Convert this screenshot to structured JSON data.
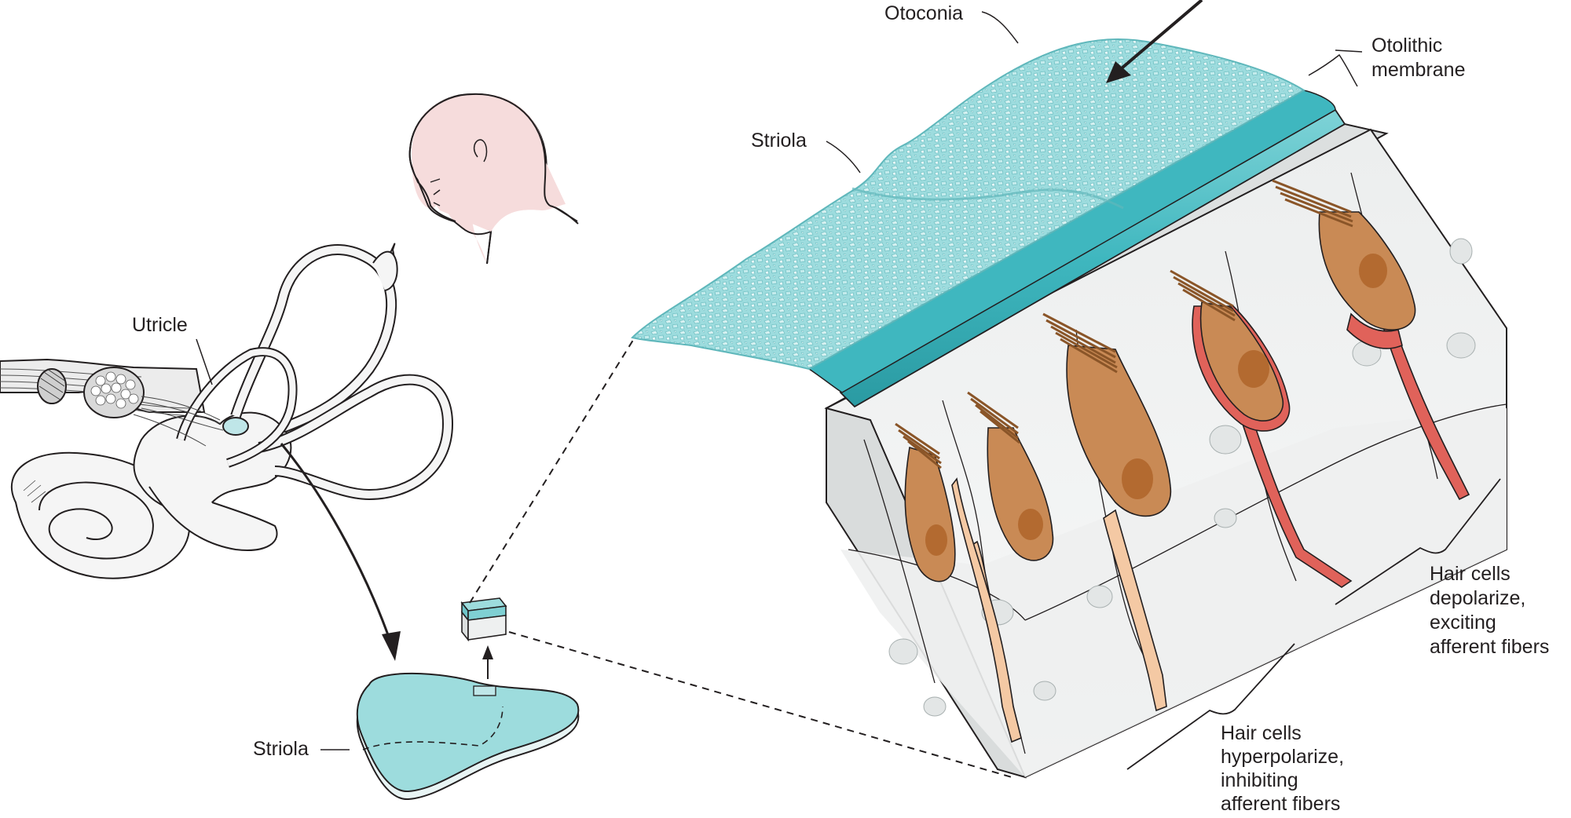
{
  "labels": {
    "otoconia": "Otoconia",
    "otolithic_membrane": [
      "Otolithic",
      "membrane"
    ],
    "striola_top": "Striola",
    "utricle": "Utricle",
    "striola_bottom": "Striola",
    "depolarize": [
      "Hair cells",
      "depolarize,",
      "exciting",
      "afferent fibers"
    ],
    "hyperpolarize": [
      "Hair cells",
      "hyperpolarize,",
      "inhibiting",
      "afferent fibers"
    ]
  },
  "colors": {
    "otoconia": "#8fd6d8",
    "membrane": "#3fb7bf",
    "macula_patch": "#9ddcdd",
    "hair_cell_brown": "#c98a55",
    "hair_cell_nucleus": "#b36a30",
    "fiber_inhibited": "#f4c9a4",
    "fiber_excited": "#e0625a",
    "head_skin": "#f6dcdc",
    "tissue_gray": "#e6e8e8",
    "line": "#231f20"
  }
}
